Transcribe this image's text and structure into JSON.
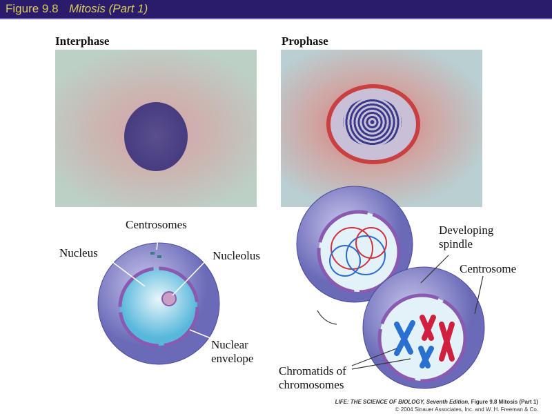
{
  "header": {
    "figure": "Figure 9.8",
    "title": "Mitosis (Part 1)"
  },
  "panels": {
    "interphase": "Interphase",
    "prophase": "Prophase"
  },
  "labels": {
    "centrosomes": "Centrosomes",
    "nucleus": "Nucleus",
    "nucleolus": "Nucleolus",
    "nuclear_envelope_1": "Nuclear",
    "nuclear_envelope_2": "envelope",
    "developing_spindle_1": "Developing",
    "developing_spindle_2": "spindle",
    "centrosome": "Centrosome",
    "chromatids_1": "Chromatids of",
    "chromatids_2": "chromosomes"
  },
  "footer": {
    "line1_italic": "LIFE: THE SCIENCE OF BIOLOGY, Seventh Edition,",
    "line1_rest": " Figure 9.8 Mitosis (Part 1)",
    "line2": "© 2004 Sinauer Associates, Inc. and W. H. Freeman & Co."
  }
}
